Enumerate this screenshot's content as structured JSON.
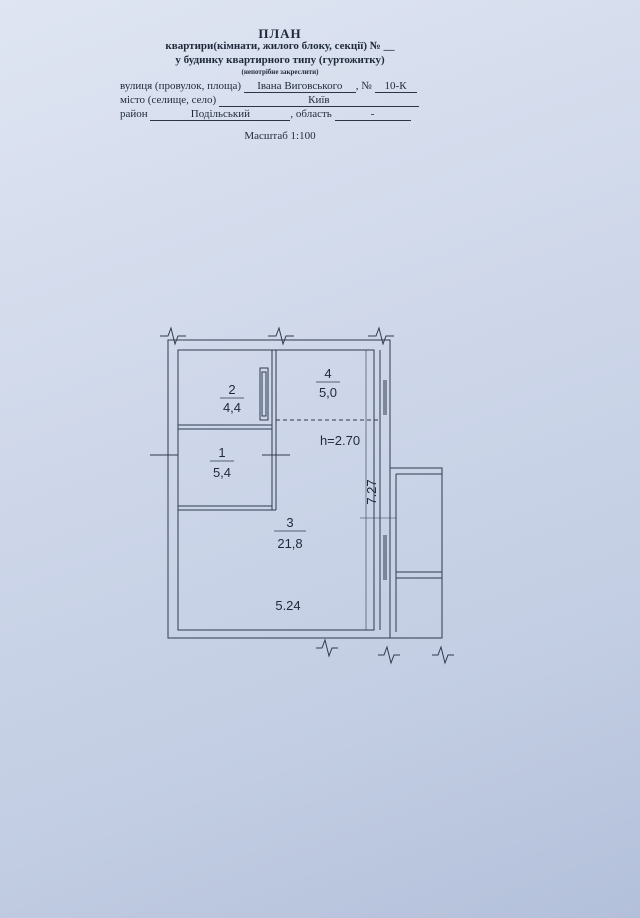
{
  "header": {
    "title": "ПЛАН",
    "subtitle_1": "квартири(кімнати, жилого блоку, секції) № __",
    "subtitle_2": "у будинку квартирного типу (гуртожитку)",
    "note": "(непотрібне закреслити)"
  },
  "address": {
    "street_label": "вулиця (провулок, площа)",
    "street_value": "Івана Виговського",
    "number_label": "№",
    "number_value": "10-К",
    "city_label": "місто (селище, село)",
    "city_value": "Київ",
    "district_label": "район",
    "district_value": "Подільський",
    "region_label": "область",
    "region_value": "-"
  },
  "plan": {
    "scale": "Масштаб 1:100",
    "height": "h=2.70",
    "width_dim": "5.24",
    "length_dim": "7.27",
    "rooms": [
      {
        "number": "1",
        "area": "5,4"
      },
      {
        "number": "2",
        "area": "4,4"
      },
      {
        "number": "3",
        "area": "21,8"
      },
      {
        "number": "4",
        "area": "5,0"
      }
    ]
  }
}
